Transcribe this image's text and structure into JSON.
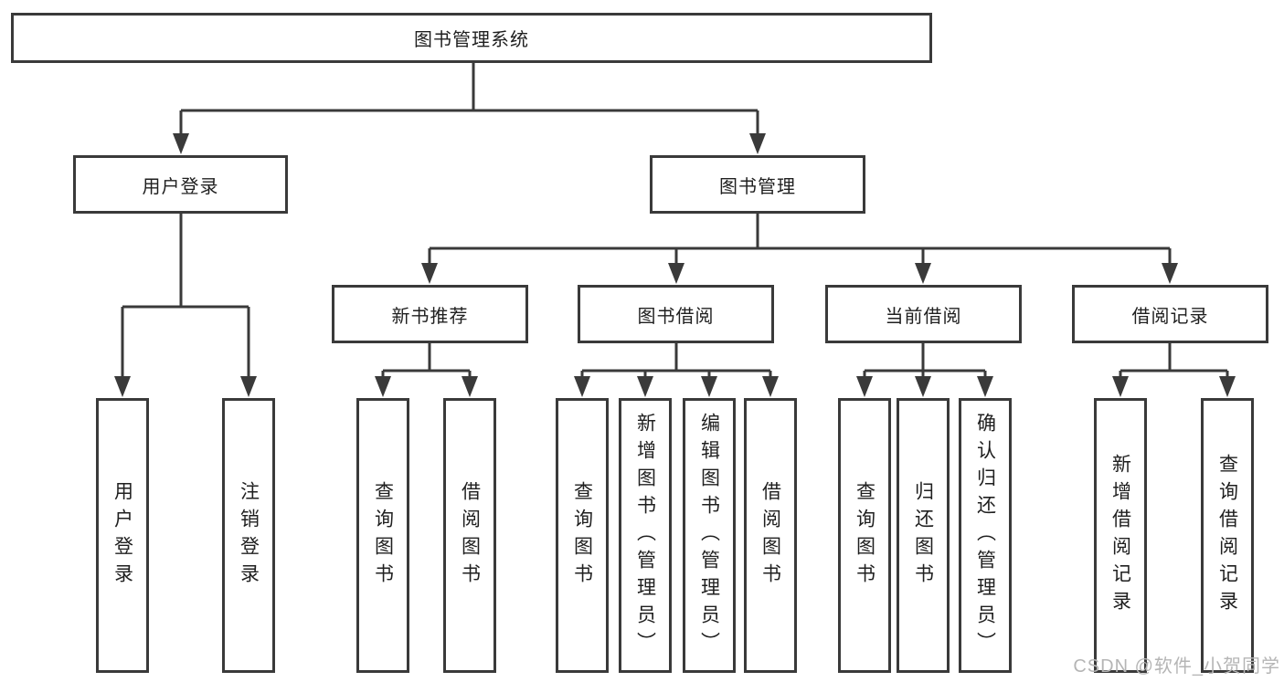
{
  "colors": {
    "line": "#3a3a3a",
    "text": "#1f1f1f",
    "watermark": "#b5b5b5",
    "background": "#ffffff"
  },
  "tree": {
    "root": "图书管理系统",
    "branches": [
      {
        "label": "用户登录",
        "children": [
          "用户登录",
          "注销登录"
        ]
      },
      {
        "label": "图书管理",
        "groups": [
          {
            "label": "新书推荐",
            "children": [
              "查询图书",
              "借阅图书"
            ]
          },
          {
            "label": "图书借阅",
            "children": [
              "查询图书",
              "新增图书（管理员）",
              "编辑图书（管理员）",
              "借阅图书"
            ]
          },
          {
            "label": "当前借阅",
            "children": [
              "查询图书",
              "归还图书",
              "确认归还（管理员）"
            ]
          },
          {
            "label": "借阅记录",
            "children": [
              "新增借阅记录",
              "查询借阅记录"
            ]
          }
        ]
      }
    ]
  },
  "watermark": "CSDN @软件_小贺同学"
}
